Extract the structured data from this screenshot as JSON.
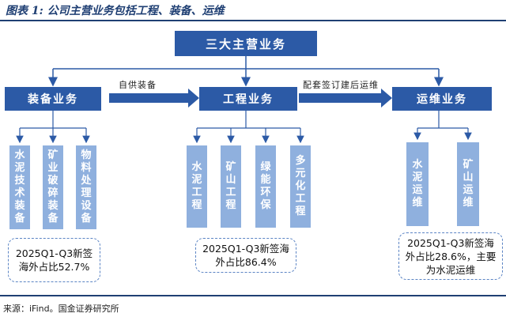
{
  "caption": "图表 1: 公司主营业务包括工程、装备、运维",
  "top_box": "三大主营业务",
  "arrow_labels": {
    "supply": "自供装备",
    "support": "配套签订建后运维"
  },
  "segments": {
    "equipment": {
      "title": "装备业务",
      "items": [
        "水泥技术装备",
        "矿业破碎装备",
        "物料处理设备"
      ],
      "note": "2025Q1-Q3新签海外占比52.7%"
    },
    "engineering": {
      "title": "工程业务",
      "items": [
        "水泥工程",
        "矿山工程",
        "绿能环保",
        "多元化工程"
      ],
      "note": "2025Q1-Q3新签海外占比86.4%"
    },
    "om": {
      "title": "运维业务",
      "items": [
        "水泥运维",
        "矿山运维"
      ],
      "note": "2025Q1-Q3新签海外占比28.6%，主要为水泥运维"
    }
  },
  "source": "来源：iFind。国金证券研究所",
  "colors": {
    "dark_blue": "#2c5aa6",
    "light_blue": "#8fb0de",
    "rule": "#1f3f73"
  }
}
